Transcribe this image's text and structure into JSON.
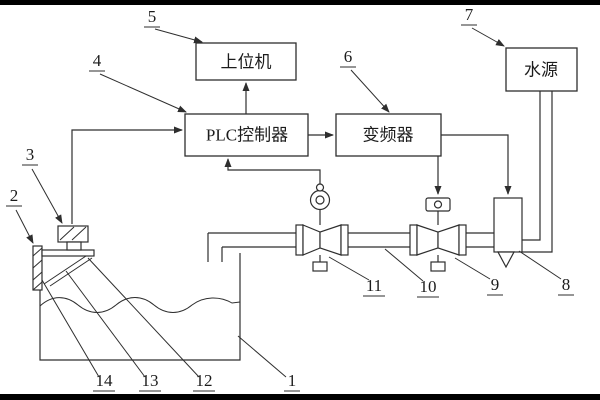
{
  "figure": {
    "boxes": {
      "host": "上位机",
      "plc": "PLC控制器",
      "inverter": "变频器",
      "water_source": "水源"
    },
    "refs": {
      "n1": "1",
      "n2": "2",
      "n3": "3",
      "n4": "4",
      "n5": "5",
      "n6": "6",
      "n7": "7",
      "n8": "8",
      "n9": "9",
      "n10": "10",
      "n11": "11",
      "n12": "12",
      "n13": "13",
      "n14": "14"
    },
    "colors": {
      "line": "#2e2e2e",
      "background": "#ffffff",
      "border_bar": "#000000"
    }
  }
}
